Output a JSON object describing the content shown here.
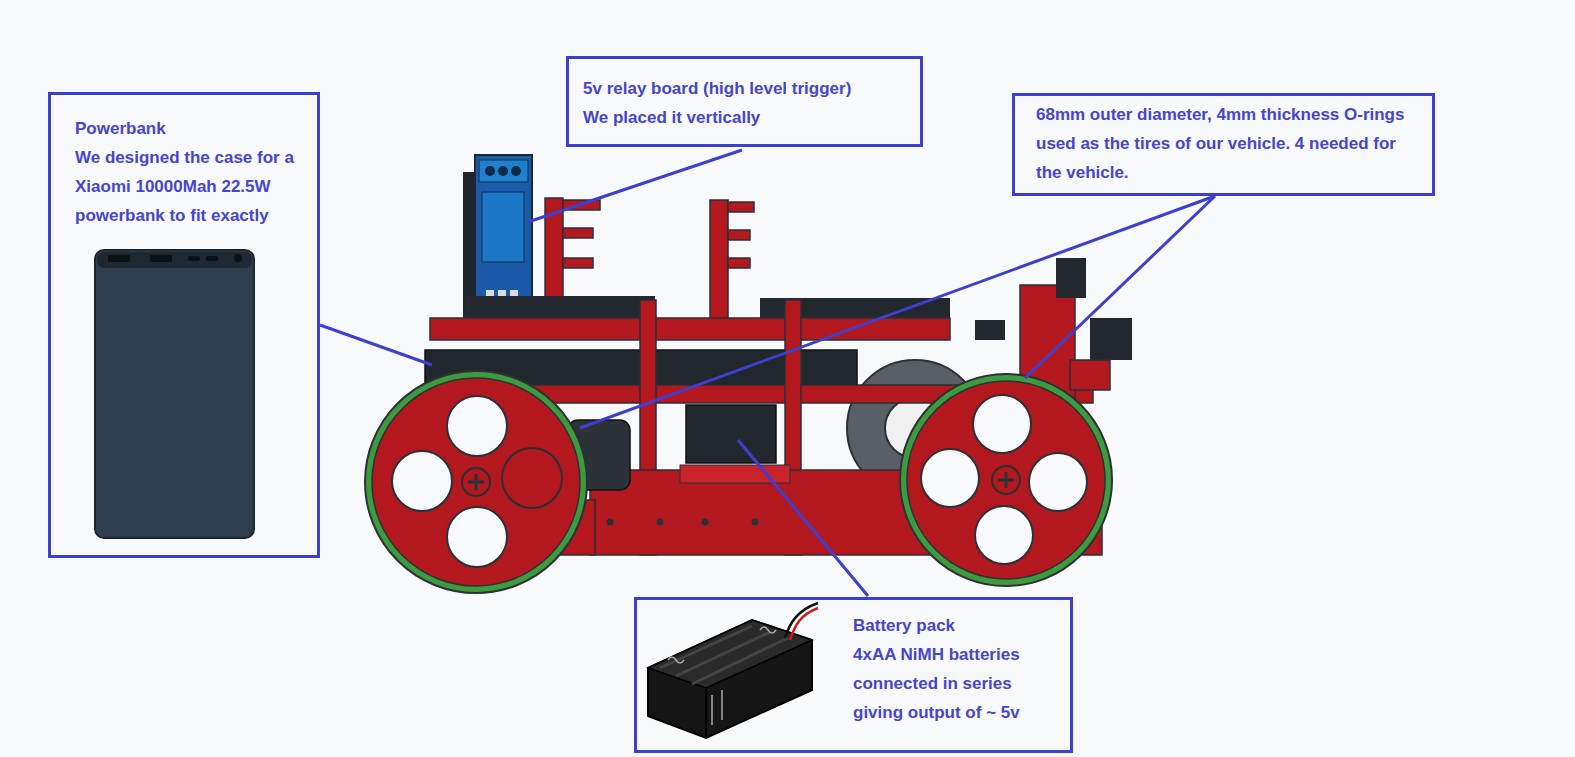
{
  "diagram": {
    "nodes": [
      {
        "text": [
          "Powerbank",
          "We designed the case for a Xiaomi 10000Mah 22.5W powerbank to fit exactly"
        ]
      },
      {
        "text": [
          "5v relay board (high level trigger)",
          "We placed it vertically"
        ]
      },
      {
        "text": [
          "68mm outer diameter, 4mm thickness O-rings used as the tires of our vehicle. 4 needed for the vehicle."
        ]
      },
      {
        "text": [
          "Battery pack",
          "4xAA NiMH batteries connected in series giving output of ~ 5v"
        ]
      }
    ]
  }
}
